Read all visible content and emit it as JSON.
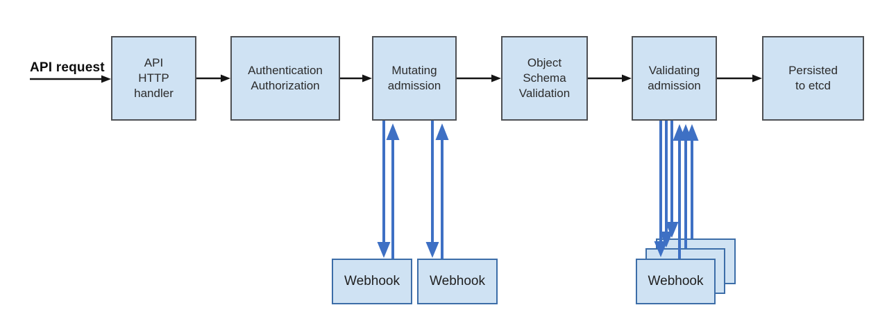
{
  "diagram": {
    "flow_label": "API request",
    "nodes": [
      {
        "id": "api-http-handler",
        "label": "API\nHTTP\nhandler"
      },
      {
        "id": "authentication-authorization",
        "label": "Authentication\nAuthorization"
      },
      {
        "id": "mutating-admission",
        "label": "Mutating\nadmission"
      },
      {
        "id": "object-schema-validation",
        "label": "Object\nSchema\nValidation"
      },
      {
        "id": "validating-admission",
        "label": "Validating\nadmission"
      },
      {
        "id": "persisted-to-etcd",
        "label": "Persisted\nto etcd"
      }
    ],
    "webhook_label": "Webhook",
    "colors": {
      "node_fill": "#cfe2f3",
      "node_border": "#4d4f53",
      "webhook_border": "#3c6da8",
      "flow_arrow": "#141414",
      "webhook_arrow": "#3e70c4",
      "label_text": "#2b2b2b"
    }
  }
}
